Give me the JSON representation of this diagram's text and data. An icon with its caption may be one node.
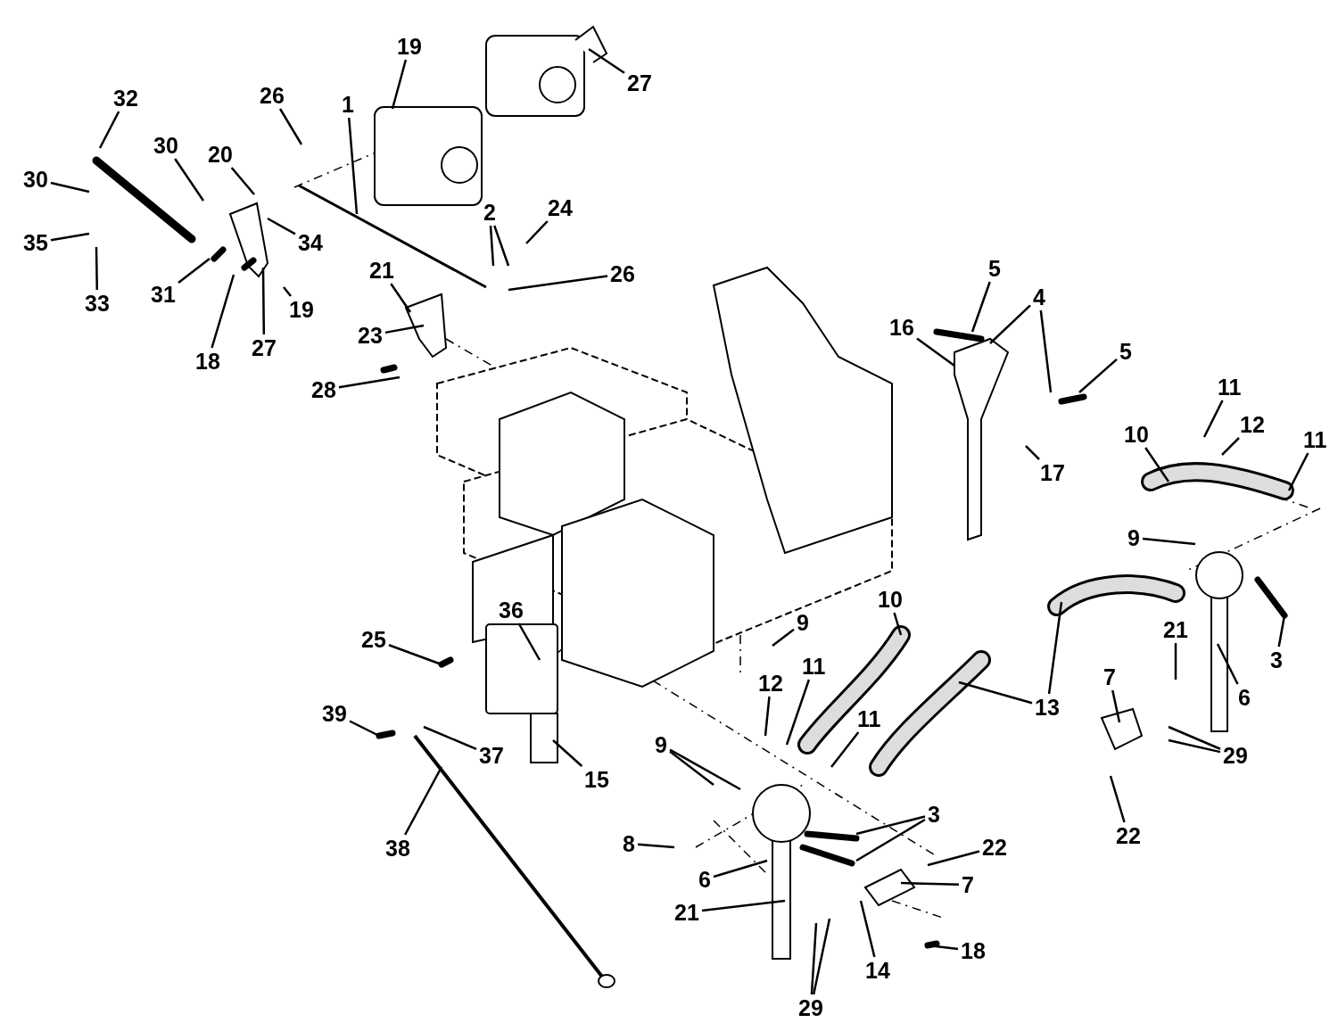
{
  "diagram": {
    "nodes": [
      {
        "text": [
          "32"
        ]
      },
      {
        "text": [
          "30"
        ]
      },
      {
        "text": [
          "35"
        ]
      },
      {
        "text": [
          "33"
        ]
      },
      {
        "text": [
          "30"
        ]
      },
      {
        "text": [
          "31"
        ]
      },
      {
        "text": [
          "20"
        ]
      },
      {
        "text": [
          "26"
        ]
      },
      {
        "text": [
          "19"
        ]
      },
      {
        "text": [
          "27"
        ]
      },
      {
        "text": [
          "1"
        ]
      },
      {
        "text": [
          "34"
        ]
      },
      {
        "text": [
          "18"
        ]
      },
      {
        "text": [
          "27"
        ]
      },
      {
        "text": [
          "19"
        ]
      },
      {
        "text": [
          "2"
        ]
      },
      {
        "text": [
          "24"
        ]
      },
      {
        "text": [
          "21"
        ]
      },
      {
        "text": [
          "23"
        ]
      },
      {
        "text": [
          "26"
        ]
      },
      {
        "text": [
          "28"
        ]
      },
      {
        "text": [
          "16"
        ]
      },
      {
        "text": [
          "5"
        ]
      },
      {
        "text": [
          "4"
        ]
      },
      {
        "text": [
          "5"
        ]
      },
      {
        "text": [
          "17"
        ]
      },
      {
        "text": [
          "11"
        ]
      },
      {
        "text": [
          "12"
        ]
      },
      {
        "text": [
          "11"
        ]
      },
      {
        "text": [
          "10"
        ]
      },
      {
        "text": [
          "9"
        ]
      },
      {
        "text": [
          "3"
        ]
      },
      {
        "text": [
          "21"
        ]
      },
      {
        "text": [
          "6"
        ]
      },
      {
        "text": [
          "7"
        ]
      },
      {
        "text": [
          "29"
        ]
      },
      {
        "text": [
          "22"
        ]
      },
      {
        "text": [
          "10"
        ]
      },
      {
        "text": [
          "13"
        ]
      },
      {
        "text": [
          "9"
        ]
      },
      {
        "text": [
          "36"
        ]
      },
      {
        "text": [
          "25"
        ]
      },
      {
        "text": [
          "12"
        ]
      },
      {
        "text": [
          "11"
        ]
      },
      {
        "text": [
          "11"
        ]
      },
      {
        "text": [
          "39"
        ]
      },
      {
        "text": [
          "37"
        ]
      },
      {
        "text": [
          "15"
        ]
      },
      {
        "text": [
          "38"
        ]
      },
      {
        "text": [
          "9"
        ]
      },
      {
        "text": [
          "3"
        ]
      },
      {
        "text": [
          "8"
        ]
      },
      {
        "text": [
          "6"
        ]
      },
      {
        "text": [
          "22"
        ]
      },
      {
        "text": [
          "7"
        ]
      },
      {
        "text": [
          "21"
        ]
      },
      {
        "text": [
          "14"
        ]
      },
      {
        "text": [
          "18"
        ]
      },
      {
        "text": [
          "29"
        ]
      }
    ],
    "edges": [
      {
        "from": 0,
        "to": null,
        "arrow": "none"
      },
      {
        "from": 1,
        "to": null,
        "arrow": "none"
      },
      {
        "from": 2,
        "to": null,
        "arrow": "none"
      },
      {
        "from": 3,
        "to": null,
        "arrow": "none"
      },
      {
        "from": 4,
        "to": null,
        "arrow": "none"
      },
      {
        "from": 5,
        "to": null,
        "arrow": "none"
      },
      {
        "from": 6,
        "to": null,
        "arrow": "none"
      },
      {
        "from": 7,
        "to": null,
        "arrow": "none"
      },
      {
        "from": 8,
        "to": null,
        "arrow": "none"
      },
      {
        "from": 9,
        "to": null,
        "arrow": "none"
      },
      {
        "from": 10,
        "to": null,
        "arrow": "none"
      },
      {
        "from": 11,
        "to": null,
        "arrow": "none"
      },
      {
        "from": 12,
        "to": null,
        "arrow": "none"
      },
      {
        "from": 13,
        "to": null,
        "arrow": "none"
      },
      {
        "from": 14,
        "to": null,
        "arrow": "none"
      },
      {
        "from": 15,
        "to": null,
        "arrow": "none"
      },
      {
        "from": 15,
        "to": null,
        "arrow": "none"
      },
      {
        "from": 16,
        "to": null,
        "arrow": "none"
      },
      {
        "from": 17,
        "to": null,
        "arrow": "none"
      },
      {
        "from": 18,
        "to": null,
        "arrow": "none"
      },
      {
        "from": 19,
        "to": null,
        "arrow": "none"
      },
      {
        "from": 20,
        "to": null,
        "arrow": "none"
      },
      {
        "from": 21,
        "to": null,
        "arrow": "none"
      },
      {
        "from": 22,
        "to": null,
        "arrow": "none"
      },
      {
        "from": 23,
        "to": null,
        "arrow": "none"
      },
      {
        "from": 23,
        "to": null,
        "arrow": "none"
      },
      {
        "from": 24,
        "to": null,
        "arrow": "none"
      },
      {
        "from": 25,
        "to": null,
        "arrow": "none"
      },
      {
        "from": 26,
        "to": null,
        "arrow": "none"
      },
      {
        "from": 27,
        "to": null,
        "arrow": "none"
      },
      {
        "from": 28,
        "to": null,
        "arrow": "none"
      },
      {
        "from": 29,
        "to": null,
        "arrow": "none"
      },
      {
        "from": 30,
        "to": null,
        "arrow": "none"
      },
      {
        "from": 31,
        "to": null,
        "arrow": "none"
      },
      {
        "from": 32,
        "to": null,
        "arrow": "none"
      },
      {
        "from": 33,
        "to": null,
        "arrow": "none"
      },
      {
        "from": 34,
        "to": null,
        "arrow": "none"
      },
      {
        "from": 35,
        "to": null,
        "arrow": "none"
      },
      {
        "from": 35,
        "to": null,
        "arrow": "none"
      },
      {
        "from": 36,
        "to": null,
        "arrow": "none"
      },
      {
        "from": 37,
        "to": null,
        "arrow": "none"
      },
      {
        "from": 38,
        "to": null,
        "arrow": "none"
      },
      {
        "from": 38,
        "to": null,
        "arrow": "none"
      },
      {
        "from": 39,
        "to": null,
        "arrow": "none"
      },
      {
        "from": 40,
        "to": null,
        "arrow": "none"
      },
      {
        "from": 41,
        "to": null,
        "arrow": "none"
      },
      {
        "from": 42,
        "to": null,
        "arrow": "none"
      },
      {
        "from": 43,
        "to": null,
        "arrow": "none"
      },
      {
        "from": 44,
        "to": null,
        "arrow": "none"
      },
      {
        "from": 45,
        "to": null,
        "arrow": "none"
      },
      {
        "from": 46,
        "to": null,
        "arrow": "none"
      },
      {
        "from": 47,
        "to": null,
        "arrow": "none"
      },
      {
        "from": 48,
        "to": null,
        "arrow": "none"
      },
      {
        "from": 49,
        "to": null,
        "arrow": "none"
      },
      {
        "from": 49,
        "to": null,
        "arrow": "none"
      },
      {
        "from": 50,
        "to": null,
        "arrow": "none"
      },
      {
        "from": 50,
        "to": null,
        "arrow": "none"
      },
      {
        "from": 51,
        "to": null,
        "arrow": "none"
      },
      {
        "from": 52,
        "to": null,
        "arrow": "none"
      },
      {
        "from": 53,
        "to": null,
        "arrow": "none"
      },
      {
        "from": 54,
        "to": null,
        "arrow": "none"
      },
      {
        "from": 55,
        "to": null,
        "arrow": "none"
      },
      {
        "from": 56,
        "to": null,
        "arrow": "none"
      },
      {
        "from": 57,
        "to": null,
        "arrow": "none"
      },
      {
        "from": 58,
        "to": null,
        "arrow": "none"
      },
      {
        "from": 58,
        "to": null,
        "arrow": "none"
      }
    ]
  }
}
